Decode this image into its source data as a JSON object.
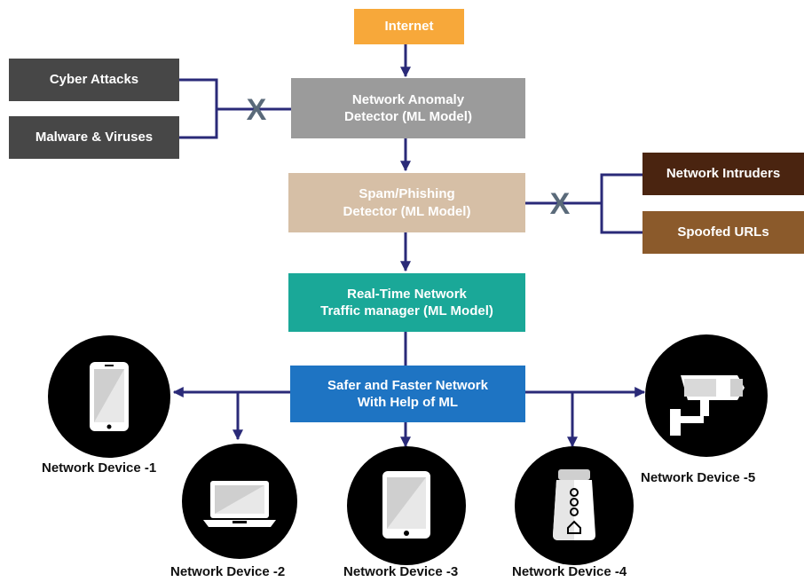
{
  "nodes": {
    "internet": "Internet",
    "anomaly": "Network Anomaly\nDetector (ML Model)",
    "spam": "Spam/Phishing\nDetector (ML Model)",
    "traffic": "Real-Time Network\nTraffic manager (ML Model)",
    "safer": "Safer and Faster Network\nWith Help of ML",
    "cyber": "Cyber Attacks",
    "malware": "Malware & Viruses",
    "intruders": "Network Intruders",
    "spoofed": "Spoofed URLs"
  },
  "blocked_mark": "X",
  "devices": [
    {
      "label": "Network Device -1",
      "icon": "smartphone-icon"
    },
    {
      "label": "Network Device -2",
      "icon": "laptop-icon"
    },
    {
      "label": "Network Device -3",
      "icon": "tablet-icon"
    },
    {
      "label": "Network Device -4",
      "icon": "smart-speaker-icon"
    },
    {
      "label": "Network Device -5",
      "icon": "security-camera-icon"
    }
  ],
  "colors": {
    "internet": "#f7a83a",
    "anomaly": "#9b9b9b",
    "spam": "#d6bfa6",
    "traffic": "#1aa898",
    "safer": "#1e74c3",
    "threat_dark": "#474747",
    "intruders": "#4a2410",
    "spoofed": "#8b5a2b",
    "arrow": "#2a2a78",
    "x_mark": "#5a6a7a"
  }
}
